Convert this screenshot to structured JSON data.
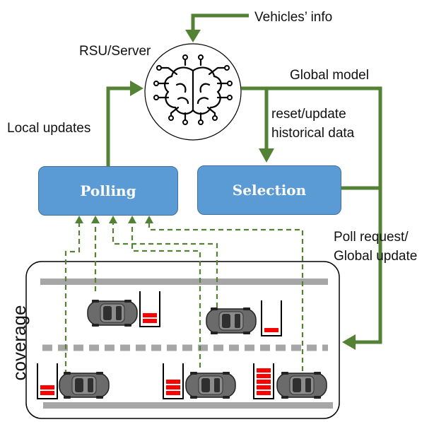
{
  "labels": {
    "vehicles_info": "Vehicles’ info",
    "rsu_server": "RSU/Server",
    "global_model": "Global model",
    "reset_update_line1": "reset/update",
    "reset_update_line2": "historical data",
    "local_updates": "Local updates",
    "poll_request_line1": "Poll request/",
    "poll_request_line2": "Global update",
    "coverage": "coverage"
  },
  "boxes": {
    "polling": "Polling",
    "selection": "Selection"
  },
  "colors": {
    "arrow_green": "#548235",
    "dashed_green": "#548235",
    "box_blue": "#5b9bd5",
    "box_border": "#41719c",
    "battery_red": "#ff0000",
    "road_gray": "#a6a6a6"
  },
  "vehicles": [
    {
      "id": "car-1",
      "battery_bars": 2
    },
    {
      "id": "car-2",
      "battery_bars": 1
    },
    {
      "id": "car-3",
      "battery_bars": 2
    },
    {
      "id": "car-4",
      "battery_bars": 3
    },
    {
      "id": "car-5",
      "battery_bars": 5
    }
  ]
}
